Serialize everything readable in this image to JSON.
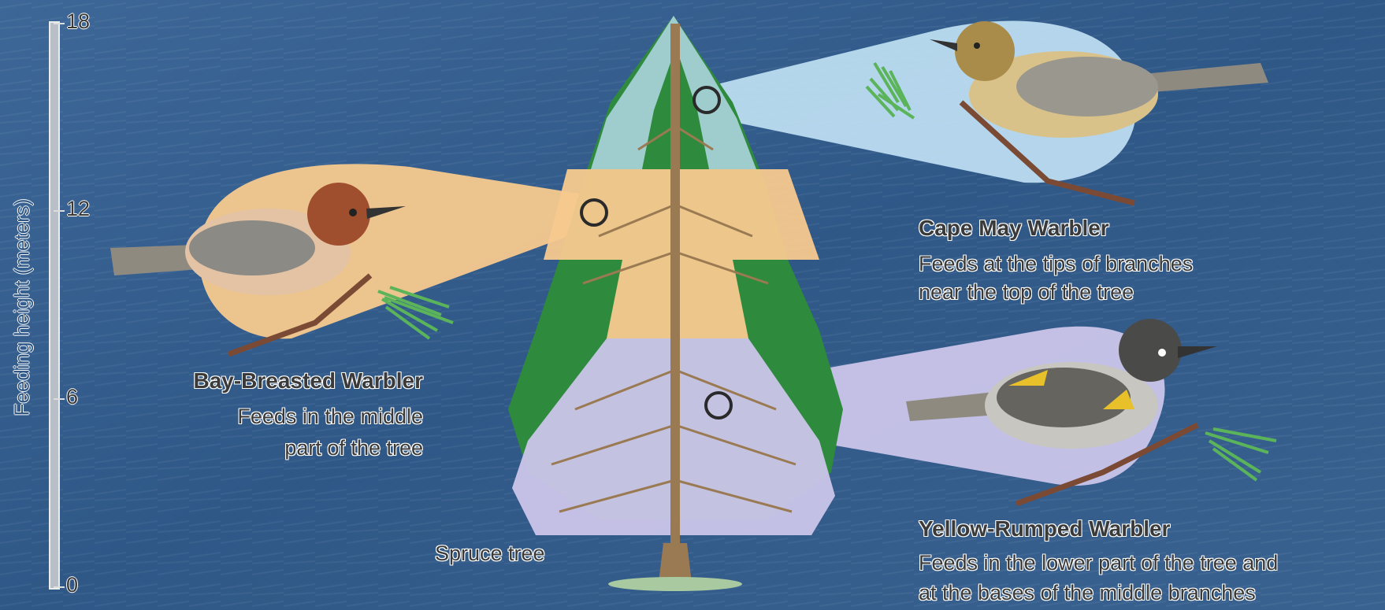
{
  "axis": {
    "title": "Feeding height (meters)",
    "ticks": [
      "18",
      "12",
      "6",
      "0"
    ]
  },
  "tree": {
    "label": "Spruce tree"
  },
  "birds": [
    {
      "name": "Cape May Warbler",
      "desc_lines": [
        "Feeds at the tips of branches",
        "near the top of the tree"
      ],
      "color": "#bcdcf0"
    },
    {
      "name": "Bay-Breasted Warbler",
      "desc_lines": [
        "Feeds in the middle",
        "part of the tree"
      ],
      "color": "#f7c98e"
    },
    {
      "name": "Yellow-Rumped Warbler",
      "desc_lines": [
        "Feeds in the lower part of the tree and",
        "at the bases of the middle branches"
      ],
      "color": "#cbc5ea"
    }
  ],
  "colors": {
    "background": "#2f5887",
    "tree_green": "#2e8a3c",
    "trunk": "#9a7a52"
  }
}
